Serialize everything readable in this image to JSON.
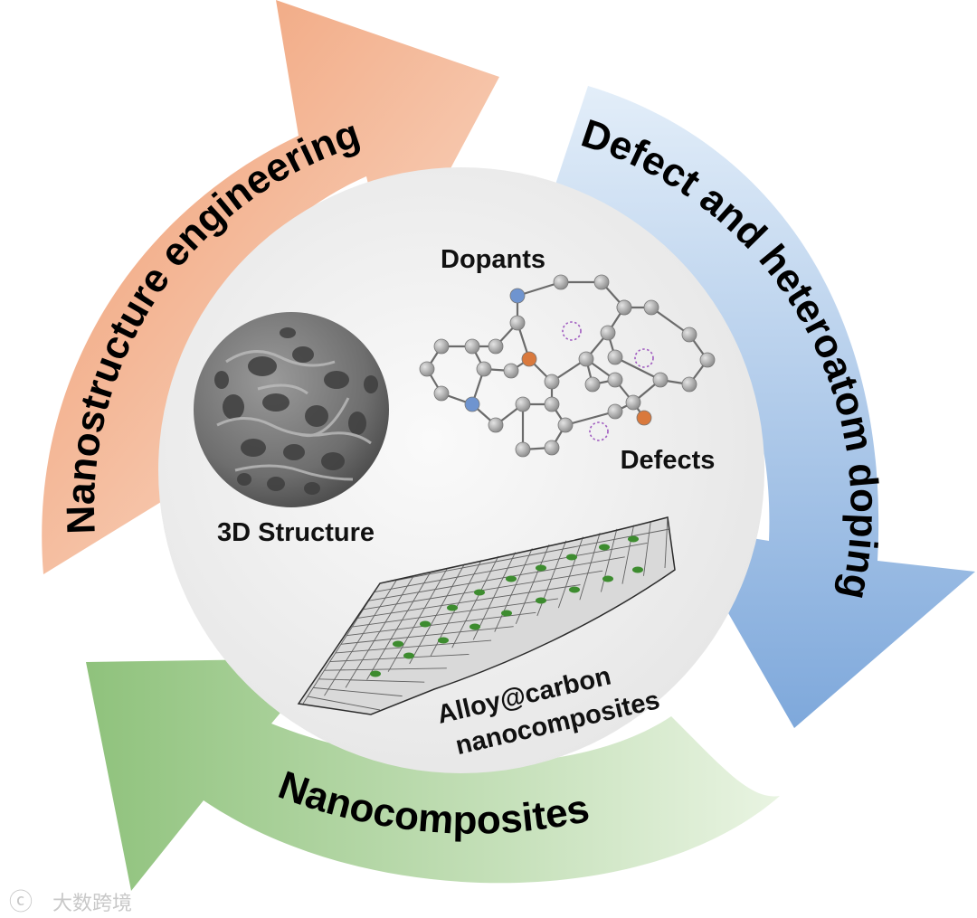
{
  "arrows": {
    "nanostructure": {
      "label": "Nanostructure engineering",
      "color_start": "#ef9a6e",
      "color_end": "#fbe3d4"
    },
    "doping": {
      "label": "Defect and heteroatom doping",
      "color_start": "#e3eef9",
      "color_end": "#7ea8db"
    },
    "nanocomposites": {
      "label": "Nanocomposites",
      "color_start": "#8fc27c",
      "color_end": "#e9f4e2"
    }
  },
  "center": {
    "structure_label": "3D Structure",
    "dopants_label": "Dopants",
    "defects_label": "Defects",
    "alloy_label_line1": "Alloy@carbon",
    "alloy_label_line2": "nanocomposites"
  },
  "colors": {
    "center_fill": "#f0f0f0",
    "carbon_atom": "#a9a9a9",
    "nitrogen_atom": "#6f94cf",
    "oxygen_atom": "#d9793d",
    "defect_ring": "#a05cc0",
    "alloy_particle": "#3d8c2f"
  },
  "watermark": {
    "text": "大数跨境"
  }
}
